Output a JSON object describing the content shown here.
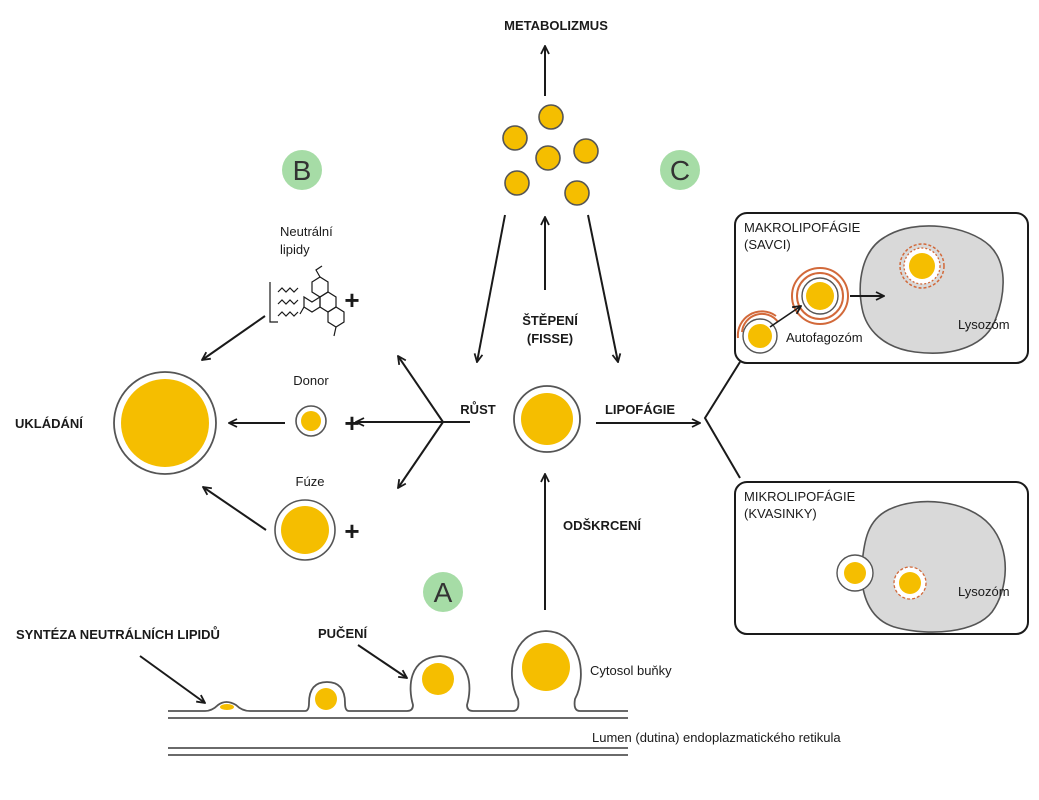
{
  "colors": {
    "lipid": "#f5be00",
    "membrane": "#555555",
    "badge": "#a6dca6",
    "lysosome": "#d9d9d9",
    "autophagosome": "#d2693a",
    "line": "#1a1a1a"
  },
  "badges": {
    "a": "A",
    "b": "B",
    "c": "C"
  },
  "labels": {
    "metabolism": "METABOLIZMUS",
    "fission_1": "ŠTĚPENÍ",
    "fission_2": "(FISSE)",
    "growth": "RŮST",
    "lipophagy": "LIPOFÁGIE",
    "storage": "UKLÁDÁNÍ",
    "neutral_lipids_1": "Neutrální",
    "neutral_lipids_2": "lipidy",
    "donor": "Donor",
    "fusion": "Fúze",
    "plus": "+",
    "budding_off": "ODŠKRCENÍ",
    "synthesis": "SYNTÉZA NEUTRÁLNÍCH LIPIDŮ",
    "budding": "PUČENÍ",
    "cytosol": "Cytosol buňky",
    "lumen": "Lumen (dutina) endoplazmatického retikula"
  },
  "macro_box": {
    "title_1": "MAKROLIPOFÁGIE",
    "title_2": "(SAVCI)",
    "autophagosome": "Autofagozóm",
    "lysosome": "Lysozóm"
  },
  "micro_box": {
    "title_1": "MIKROLIPOFÁGIE",
    "title_2": "(KVASINKY)",
    "lysosome": "Lysozóm"
  }
}
